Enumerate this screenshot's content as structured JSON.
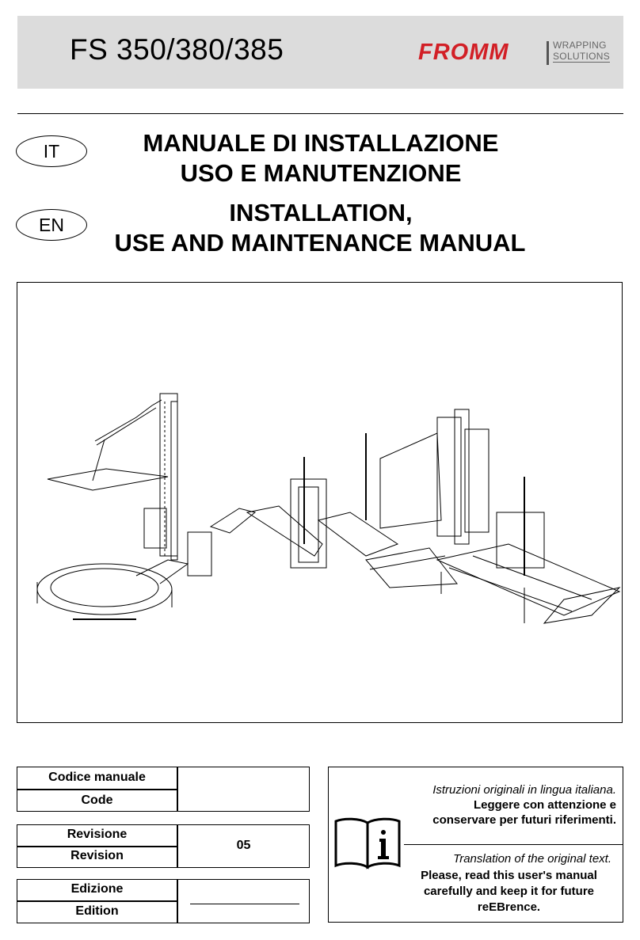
{
  "header": {
    "model": "FS 350/380/385",
    "brand": "FROMM",
    "brand_sub1": "WRAPPING",
    "brand_sub2": "SOLUTIONS"
  },
  "languages": {
    "it": "IT",
    "en": "EN"
  },
  "titles": {
    "it_line1": "MANUALE DI INSTALLAZIONE",
    "it_line2": "USO E MANUTENZIONE",
    "en_line1": "INSTALLATION,",
    "en_line2": "USE AND MAINTENANCE MANUAL"
  },
  "info_tables": {
    "code_label_it": "Codice manuale",
    "code_label_en": "Code",
    "code_value": "",
    "revision_label_it": "Revisione",
    "revision_label_en": "Revision",
    "revision_value": "05",
    "edition_label_it": "Edizione",
    "edition_label_en": "Edition",
    "edition_value": ""
  },
  "notice": {
    "it_italic": "Istruzioni originali in lingua italiana.",
    "it_bold": "Leggere con attenzione e conservare per futuri riferimenti.",
    "en_italic": "Translation of the original text.",
    "en_bold": "Please, read this user's manual carefully and keep it for future reEBrence.",
    "icon": "info-book-icon"
  },
  "colors": {
    "brand_red": "#d21f26",
    "header_gray": "#dcdcdc"
  }
}
